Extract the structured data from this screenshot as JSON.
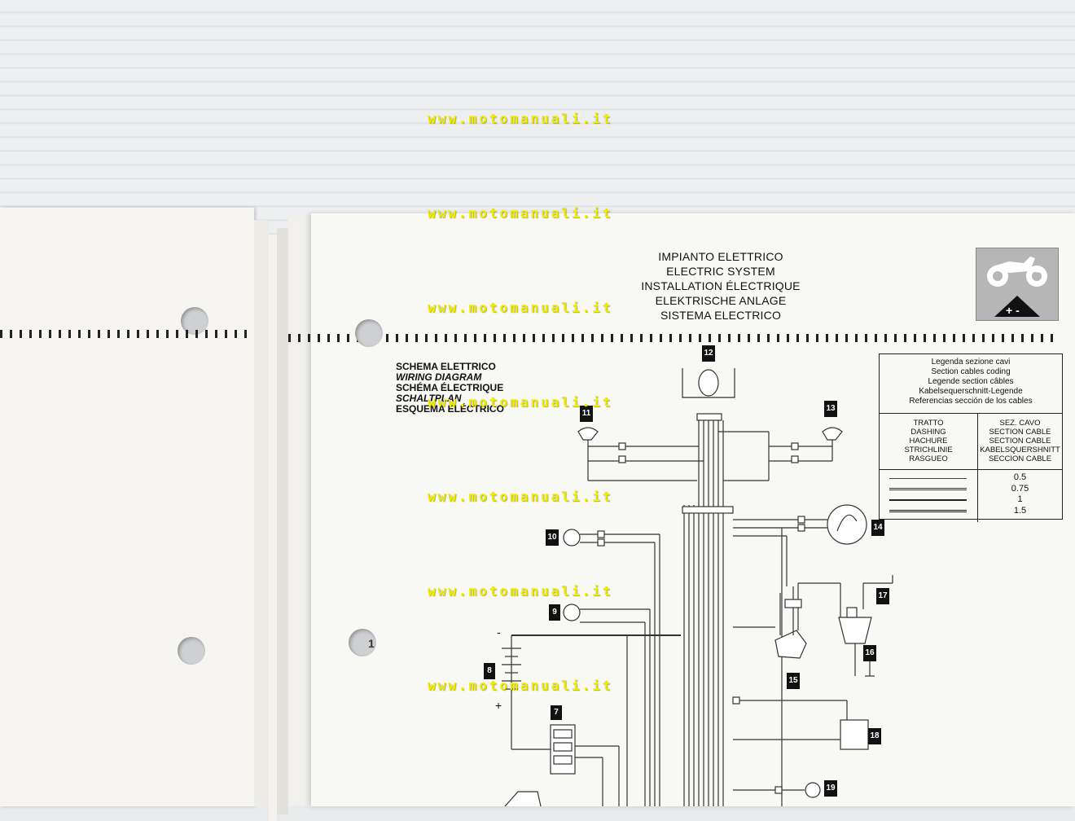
{
  "watermark": {
    "text": "www.motomanuali.it"
  },
  "title_lines": [
    "IMPIANTO ELETTRICO",
    "ELECTRIC SYSTEM",
    "INSTALLATION ÉLECTRIQUE",
    "ELEKTRISCHE ANLAGE",
    "SISTEMA ELECTRICO"
  ],
  "subtitle_lines": [
    "SCHEMA ELETTRICO",
    "WIRING DIAGRAM",
    "SCHÉMA ÉLECTRIQUE",
    "SCHALTPLAN",
    "ESQUEMA ELÉCTRICO"
  ],
  "emblem": {
    "symbol": "+ -"
  },
  "legend": {
    "header": [
      "Legenda sezione cavi",
      "Section cables coding",
      "Legende section câbles",
      "Kabelsequerschnitt-Legende",
      "Referencias sección de los cables"
    ],
    "col_left": [
      "TRATTO",
      "DASHING",
      "HACHURE",
      "STRICHLINIE",
      "RASGUEO"
    ],
    "col_right": [
      "SEZ. CAVO",
      "SECTION CABLE",
      "SECTION CABLE",
      "KABELSQUERSHNITT",
      "SECCION CABLE"
    ],
    "values": [
      "0.5",
      "0.75",
      "1",
      "1.5"
    ]
  },
  "components": [
    "7",
    "8",
    "9",
    "10",
    "11",
    "12",
    "13",
    "14",
    "15",
    "16",
    "17",
    "18",
    "19"
  ],
  "page_mark": "1",
  "battery": {
    "minus": "-",
    "plus": "+"
  }
}
